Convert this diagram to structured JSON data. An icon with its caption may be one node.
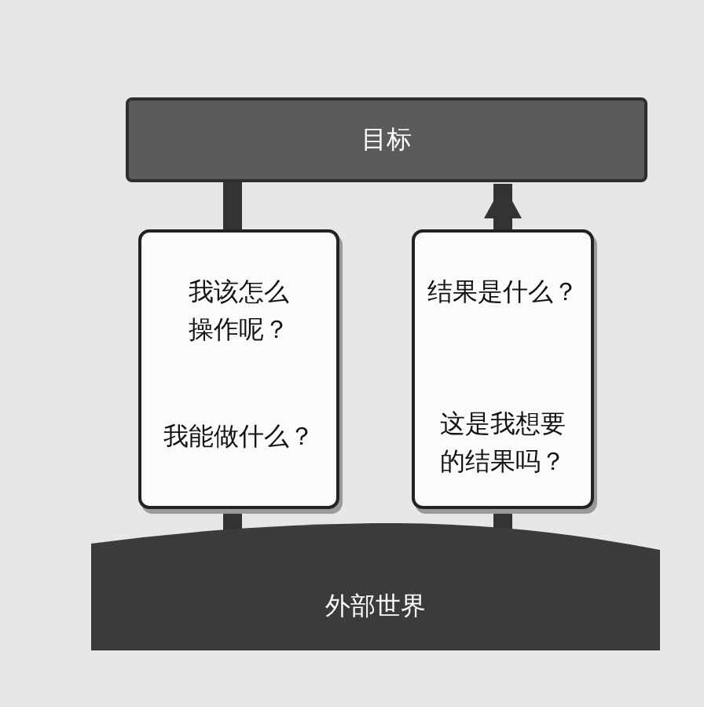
{
  "diagram": {
    "nodes": [
      {
        "text": [
          "目标"
        ]
      },
      {
        "text": [
          "我该怎么操作呢？",
          "我能做什么？"
        ]
      },
      {
        "text": [
          "结果是什么？",
          "这是我想要的结果吗？"
        ]
      },
      {
        "text": [
          "外部世界"
        ]
      }
    ],
    "edges": [
      {
        "from": 0,
        "to": 1,
        "arrow": "none"
      },
      {
        "from": 1,
        "to": 3,
        "arrow": "to"
      },
      {
        "from": 3,
        "to": 2,
        "arrow": "none"
      },
      {
        "from": 2,
        "to": 0,
        "arrow": "to"
      }
    ]
  }
}
